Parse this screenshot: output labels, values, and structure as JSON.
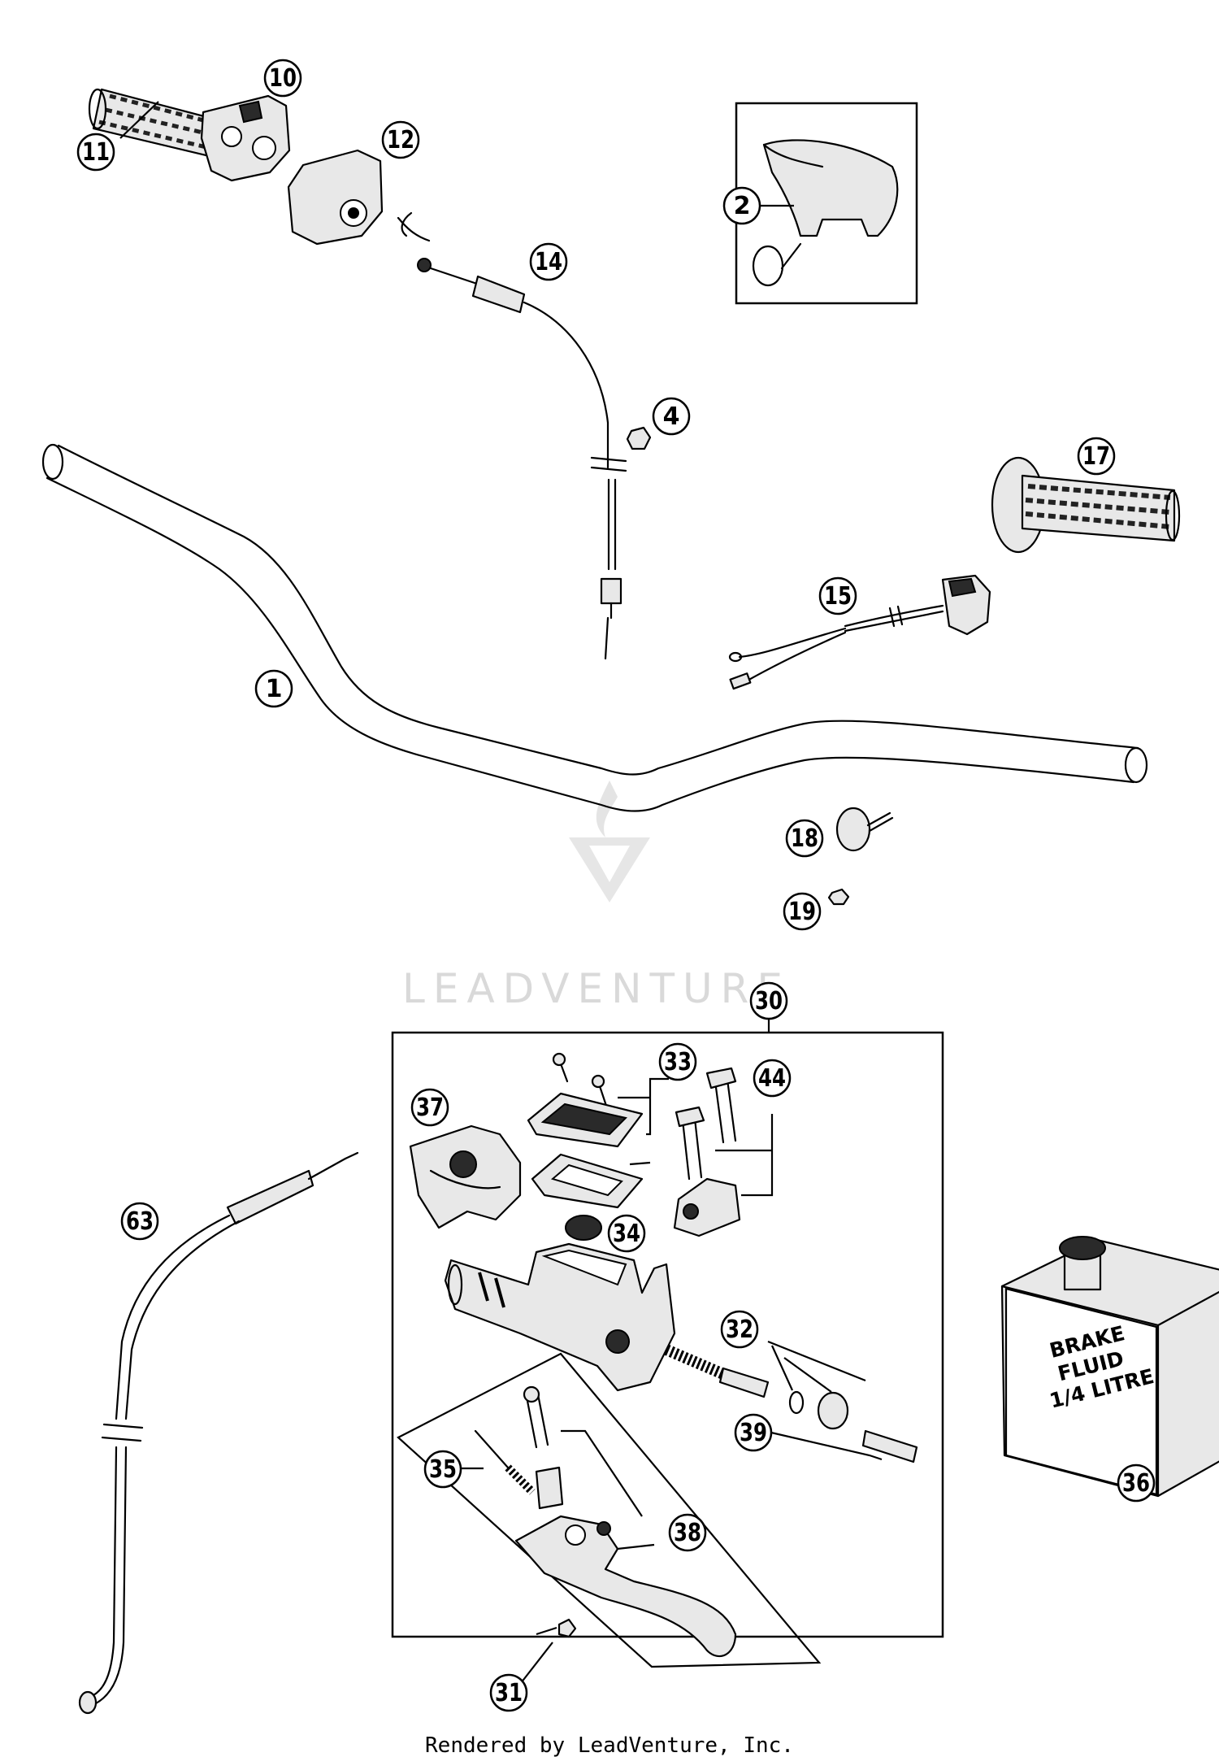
{
  "labels": {
    "p1": "1",
    "p2": "2",
    "p4": "4",
    "p10": "10",
    "p11": "11",
    "p12": "12",
    "p14": "14",
    "p15": "15",
    "p17": "17",
    "p18": "18",
    "p19": "19",
    "p30": "30",
    "p31": "31",
    "p32": "32",
    "p33": "33",
    "p34": "34",
    "p35": "35",
    "p36": "36",
    "p37": "37",
    "p38": "38",
    "p39": "39",
    "p44": "44",
    "p63": "63"
  },
  "fluid_can": {
    "line1": "BRAKE",
    "line2": "FLUID",
    "line3": "1/4 LITRE"
  },
  "watermark": {
    "text": "LEADVENTURE"
  },
  "footer": {
    "text": "Rendered by LeadVenture, Inc."
  }
}
